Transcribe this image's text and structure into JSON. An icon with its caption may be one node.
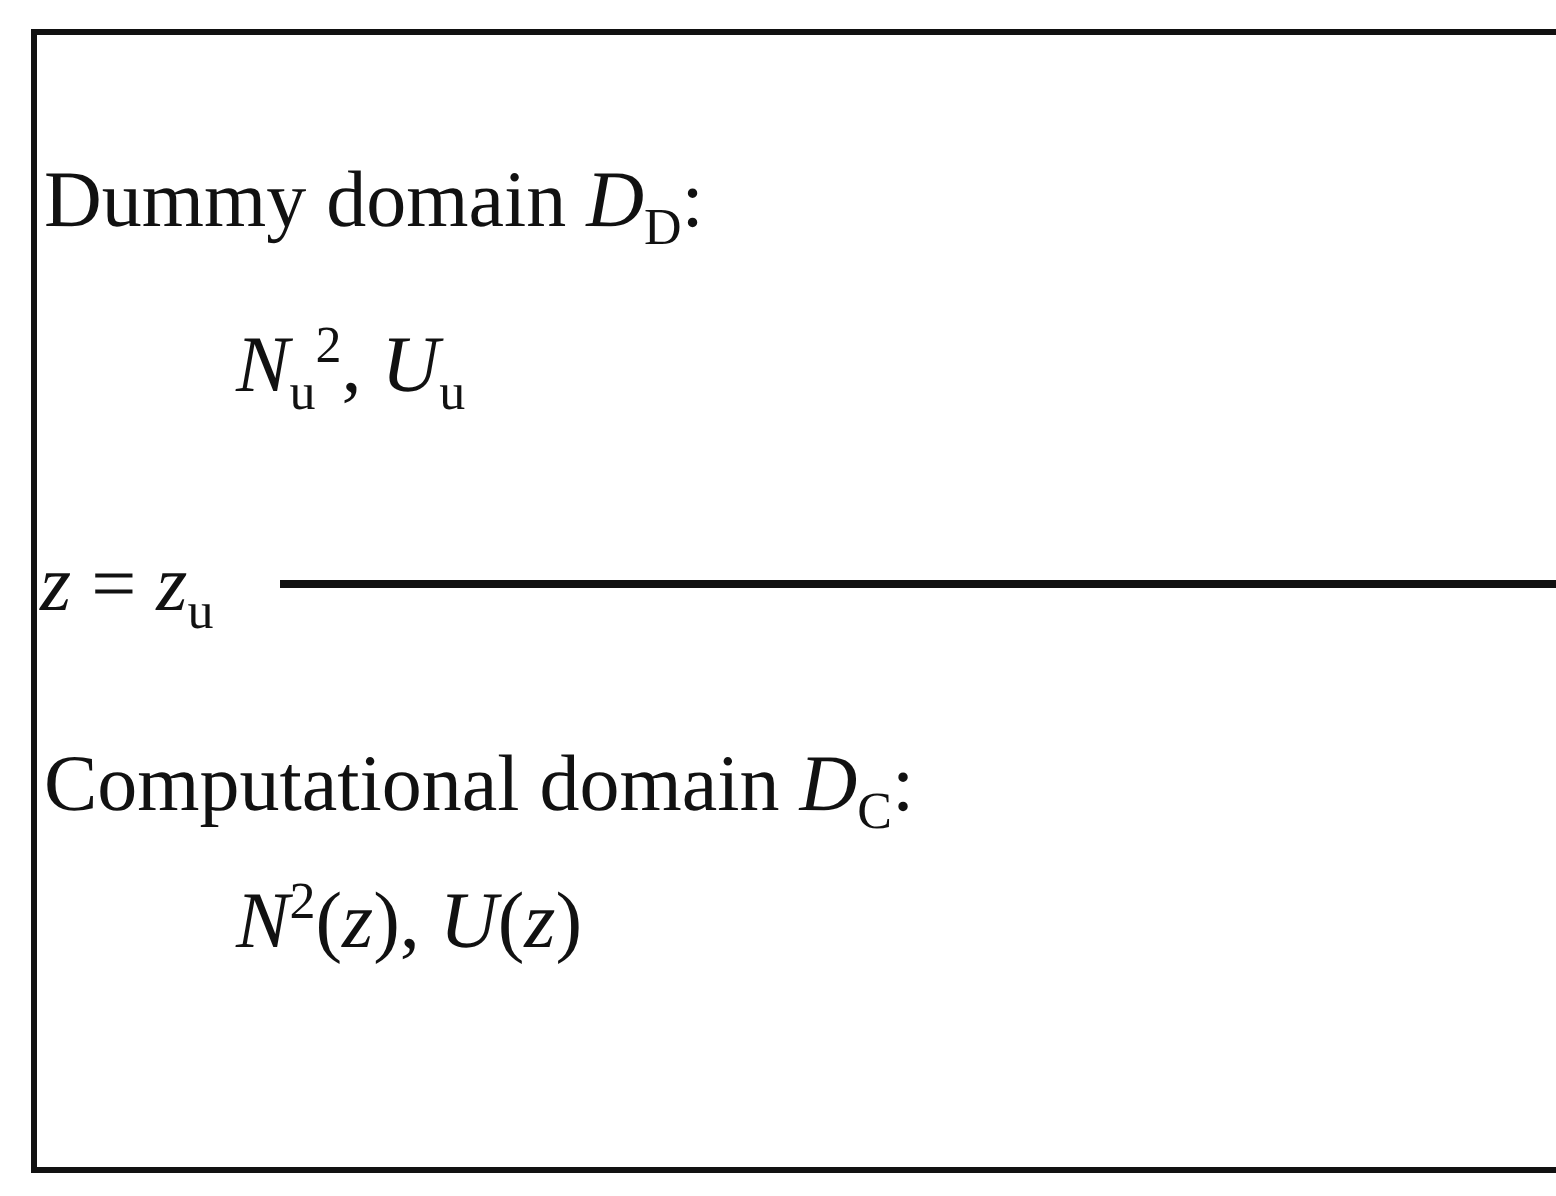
{
  "diagram": {
    "nodes": [
      {
        "text": [
          "Dummy domain *D*$_{D}$:",
          "*N*$_{u}$$^{2}$,  *U*$_{u}$"
        ]
      },
      {
        "text": [
          "Computational domain  *D*$_{C}$:",
          "*N*$^{2}$(*z*),  *U*(*z*)"
        ]
      }
    ],
    "labels": [
      "*z* = *z*$_{u}$"
    ]
  }
}
